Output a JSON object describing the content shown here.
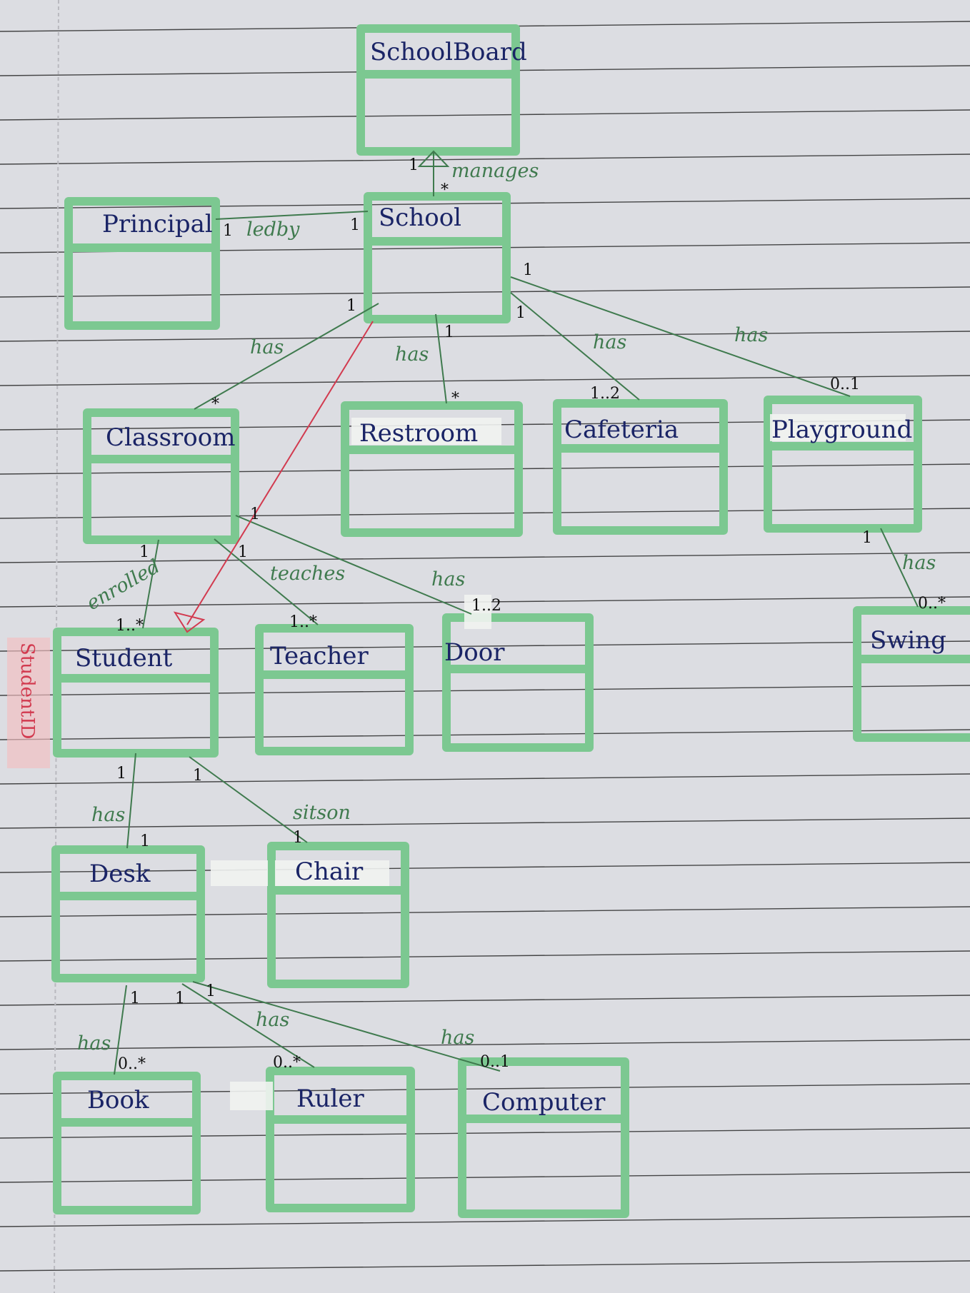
{
  "diagram": {
    "classes": {
      "schoolboard": "SchoolBoard",
      "school": "School",
      "principal": "Principal",
      "classroom": "Classroom",
      "restroom": "Restroom",
      "cafeteria": "Cafeteria",
      "playground": "Playground",
      "student": "Student",
      "teacher": "Teacher",
      "door": "Door",
      "swing": "Swing",
      "desk": "Desk",
      "chair": "Chair",
      "book": "Book",
      "ruler": "Ruler",
      "computer": "Computer"
    },
    "associations": {
      "manages": "manages",
      "ledby": "ledby",
      "has": "has",
      "enrolled": "enrolled",
      "teaches": "teaches",
      "sitson": "sitson"
    },
    "multiplicities": {
      "one": "1",
      "many": "*",
      "one_to_many": "1..*",
      "one_to_two": "1..2",
      "zero_to_one": "0..1",
      "zero_to_many": "0..*"
    },
    "side_note": "StudentID",
    "colors": {
      "paper": "#dcdde2",
      "rule_line": "#2a2a2a",
      "margin_line": "#b9b9bf",
      "box": "#7cc891",
      "association_line": "#3f7a4e",
      "generalization_line": "#d23a4f",
      "class_text": "#1a2466"
    }
  }
}
